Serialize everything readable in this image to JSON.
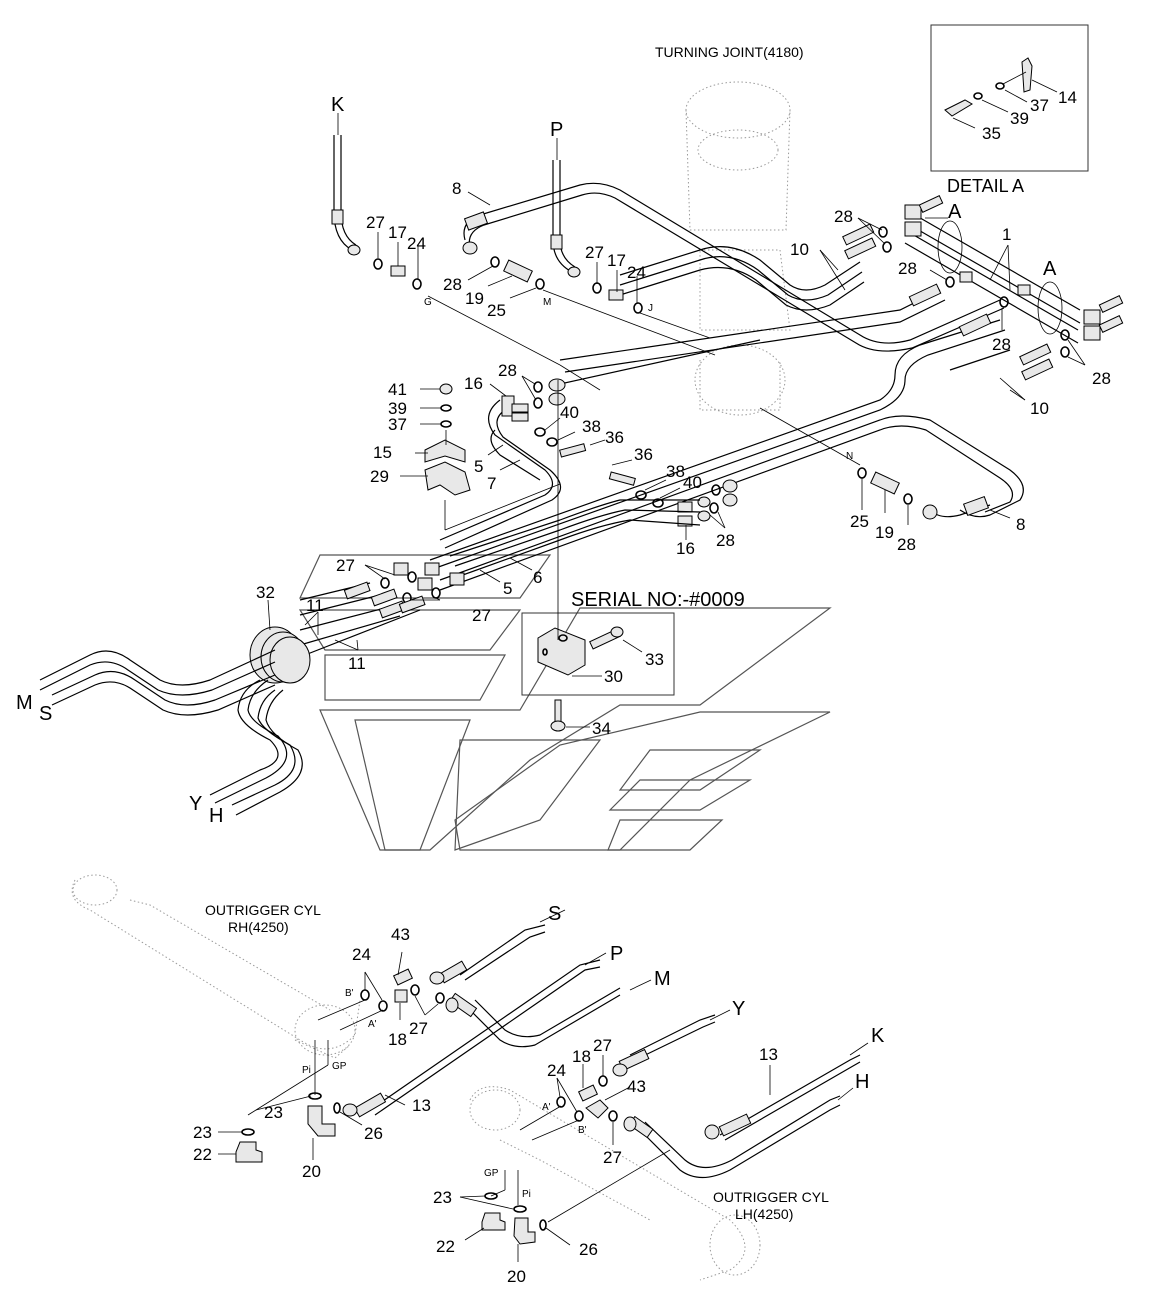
{
  "titles": {
    "turning_joint": "TURNING JOINT(4180)",
    "detail_a": "DETAIL A",
    "serial_no": "SERIAL NO:-#0009",
    "outrigger_rh_line1": "OUTRIGGER CYL",
    "outrigger_rh_line2": "RH(4250)",
    "outrigger_lh_line1": "OUTRIGGER CYL",
    "outrigger_lh_line2": "LH(4250)"
  },
  "line_ends": {
    "K_top": "K",
    "P_top": "P",
    "M_left": "M",
    "S_left": "S",
    "Y_left": "Y",
    "H_left": "H",
    "S_right": "S",
    "P_right": "P",
    "M_right": "M",
    "Y_right": "Y",
    "K_right": "K",
    "H_right": "H",
    "A_1": "A",
    "A_2": "A"
  },
  "ports": {
    "G": "G",
    "M": "M",
    "J": "J",
    "N": "N",
    "B_prime_rh": "B'",
    "A_prime_rh": "A'",
    "Pi_rh": "Pi",
    "GP_rh": "GP",
    "A_prime_lh": "A'",
    "B_prime_lh": "B'",
    "GP_lh": "GP",
    "Pi_lh": "Pi"
  },
  "detail_a_parts": [
    "14",
    "37",
    "39",
    "35"
  ],
  "callouts": [
    {
      "id": "c8a",
      "text": "8"
    },
    {
      "id": "c27a",
      "text": "27"
    },
    {
      "id": "c17a",
      "text": "17"
    },
    {
      "id": "c24a",
      "text": "24"
    },
    {
      "id": "c28a",
      "text": "28"
    },
    {
      "id": "c19a",
      "text": "19"
    },
    {
      "id": "c25a",
      "text": "25"
    },
    {
      "id": "c27b",
      "text": "27"
    },
    {
      "id": "c17b",
      "text": "17"
    },
    {
      "id": "c24b",
      "text": "24"
    },
    {
      "id": "c28b",
      "text": "28"
    },
    {
      "id": "c10a",
      "text": "10"
    },
    {
      "id": "c1",
      "text": "1"
    },
    {
      "id": "c28c",
      "text": "28"
    },
    {
      "id": "c28d",
      "text": "28"
    },
    {
      "id": "c28e",
      "text": "28"
    },
    {
      "id": "c10b",
      "text": "10"
    },
    {
      "id": "c41",
      "text": "41"
    },
    {
      "id": "c39",
      "text": "39"
    },
    {
      "id": "c37",
      "text": "37"
    },
    {
      "id": "c15",
      "text": "15"
    },
    {
      "id": "c29",
      "text": "29"
    },
    {
      "id": "c16a",
      "text": "16"
    },
    {
      "id": "c28f",
      "text": "28"
    },
    {
      "id": "c5a",
      "text": "5"
    },
    {
      "id": "c7",
      "text": "7"
    },
    {
      "id": "c40a",
      "text": "40"
    },
    {
      "id": "c38a",
      "text": "38"
    },
    {
      "id": "c36a",
      "text": "36"
    },
    {
      "id": "c36b",
      "text": "36"
    },
    {
      "id": "c38b",
      "text": "38"
    },
    {
      "id": "c40b",
      "text": "40"
    },
    {
      "id": "c28g",
      "text": "28"
    },
    {
      "id": "c16b",
      "text": "16"
    },
    {
      "id": "c25b",
      "text": "25"
    },
    {
      "id": "c19b",
      "text": "19"
    },
    {
      "id": "c28h",
      "text": "28"
    },
    {
      "id": "c8b",
      "text": "8"
    },
    {
      "id": "c27c",
      "text": "27"
    },
    {
      "id": "c6",
      "text": "6"
    },
    {
      "id": "c5b",
      "text": "5"
    },
    {
      "id": "c27d",
      "text": "27"
    },
    {
      "id": "c32",
      "text": "32"
    },
    {
      "id": "c11a",
      "text": "11"
    },
    {
      "id": "c11b",
      "text": "11"
    },
    {
      "id": "c33",
      "text": "33"
    },
    {
      "id": "c30",
      "text": "30"
    },
    {
      "id": "c34",
      "text": "34"
    },
    {
      "id": "c43a",
      "text": "43"
    },
    {
      "id": "c24c",
      "text": "24"
    },
    {
      "id": "c18a",
      "text": "18"
    },
    {
      "id": "c27e",
      "text": "27"
    },
    {
      "id": "c13a",
      "text": "13"
    },
    {
      "id": "c23a",
      "text": "23"
    },
    {
      "id": "c23b",
      "text": "23"
    },
    {
      "id": "c22a",
      "text": "22"
    },
    {
      "id": "c20a",
      "text": "20"
    },
    {
      "id": "c26a",
      "text": "26"
    },
    {
      "id": "c24d",
      "text": "24"
    },
    {
      "id": "c18b",
      "text": "18"
    },
    {
      "id": "c27f",
      "text": "27"
    },
    {
      "id": "c43b",
      "text": "43"
    },
    {
      "id": "c27g",
      "text": "27"
    },
    {
      "id": "c13b",
      "text": "13"
    },
    {
      "id": "c23c",
      "text": "23"
    },
    {
      "id": "c22b",
      "text": "22"
    },
    {
      "id": "c20b",
      "text": "20"
    },
    {
      "id": "c26b",
      "text": "26"
    }
  ]
}
